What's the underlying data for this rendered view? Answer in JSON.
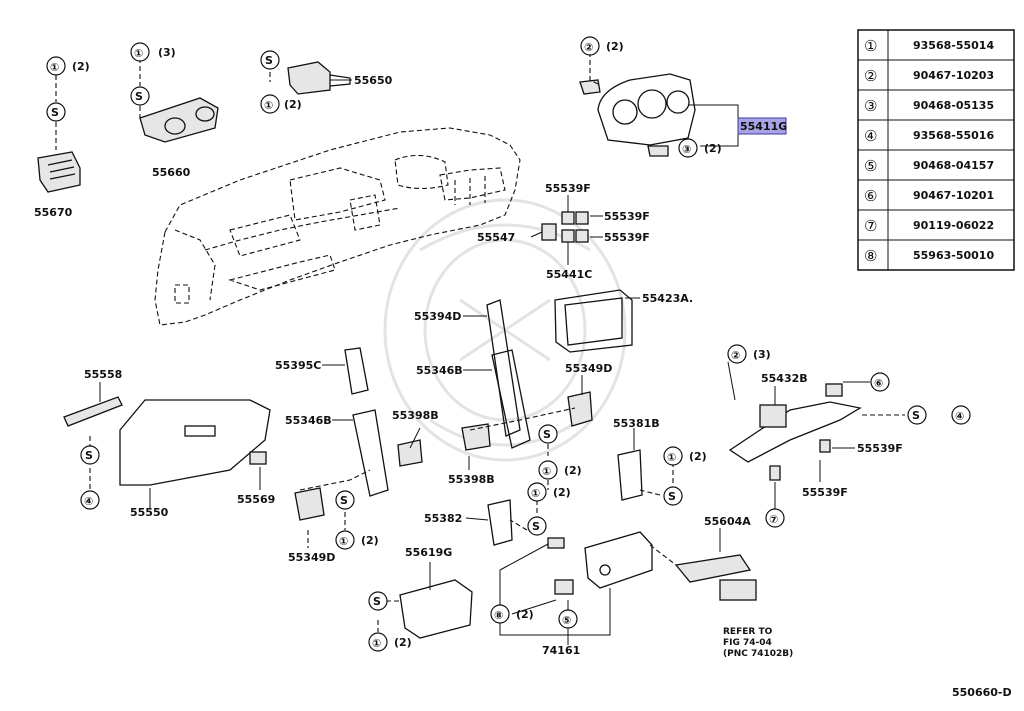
{
  "diagram": {
    "code": "550660-D",
    "refer_note": [
      "REFER TO",
      "FIG 74-04",
      "(PNC 74102B)"
    ],
    "highlight_color": "#a9a3e6",
    "parts_table": [
      {
        "key": "①",
        "number": "93568-55014"
      },
      {
        "key": "②",
        "number": "90467-10203"
      },
      {
        "key": "③",
        "number": "90468-05135"
      },
      {
        "key": "④",
        "number": "93568-55016"
      },
      {
        "key": "⑤",
        "number": "90468-04157"
      },
      {
        "key": "⑥",
        "number": "90467-10201"
      },
      {
        "key": "⑦",
        "number": "90119-06022"
      },
      {
        "key": "⑧",
        "number": "55963-50010"
      }
    ],
    "callouts": [
      {
        "id": "55670",
        "text": "55670"
      },
      {
        "id": "55660",
        "text": "55660"
      },
      {
        "id": "55650",
        "text": "55650"
      },
      {
        "id": "55411G",
        "text": "55411G"
      },
      {
        "id": "55539F-a",
        "text": "55539F"
      },
      {
        "id": "55539F-b",
        "text": "55539F"
      },
      {
        "id": "55539F-c",
        "text": "55539F"
      },
      {
        "id": "55547",
        "text": "55547"
      },
      {
        "id": "55441C",
        "text": "55441C"
      },
      {
        "id": "55423A",
        "text": "55423A."
      },
      {
        "id": "55394D",
        "text": "55394D"
      },
      {
        "id": "55395C",
        "text": "55395C"
      },
      {
        "id": "55346B-a",
        "text": "55346B"
      },
      {
        "id": "55346B-b",
        "text": "55346B"
      },
      {
        "id": "55349D-a",
        "text": "55349D"
      },
      {
        "id": "55349D-b",
        "text": "55349D"
      },
      {
        "id": "55398B-a",
        "text": "55398B"
      },
      {
        "id": "55398B-b",
        "text": "55398B"
      },
      {
        "id": "55558",
        "text": "55558"
      },
      {
        "id": "55550",
        "text": "55550"
      },
      {
        "id": "55569",
        "text": "55569"
      },
      {
        "id": "55381B",
        "text": "55381B"
      },
      {
        "id": "55382",
        "text": "55382"
      },
      {
        "id": "55432B",
        "text": "55432B"
      },
      {
        "id": "55539F-d",
        "text": "55539F"
      },
      {
        "id": "55539F-e",
        "text": "55539F"
      },
      {
        "id": "55604A",
        "text": "55604A"
      },
      {
        "id": "55619G",
        "text": "55619G"
      },
      {
        "id": "74161",
        "text": "74161"
      }
    ],
    "qty_labels": {
      "q2": "(2)",
      "q3": "(3)"
    },
    "symbols": {
      "s": "S",
      "c1": "①",
      "c2": "②",
      "c3": "③",
      "c4": "④",
      "c5": "⑤",
      "c6": "⑥",
      "c7": "⑦",
      "c8": "⑧"
    }
  }
}
